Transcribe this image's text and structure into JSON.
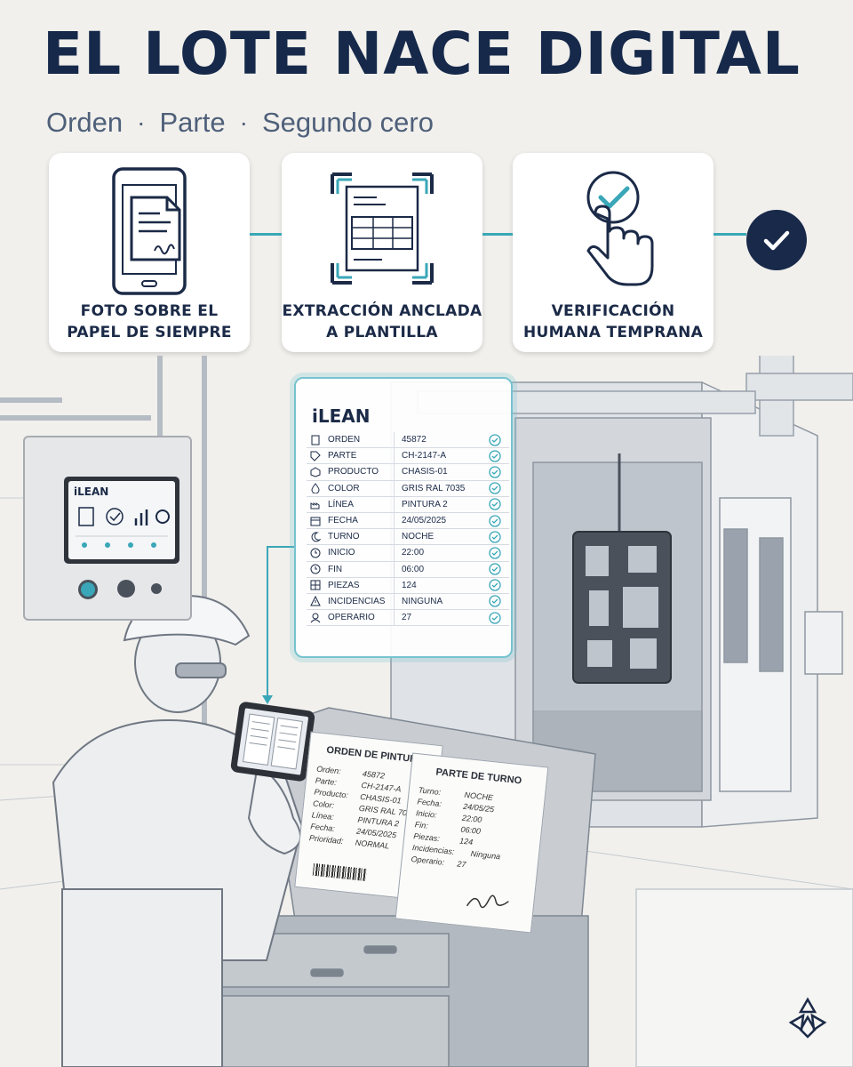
{
  "header": {
    "title": "EL LOTE NACE DIGITAL",
    "subtitle_parts": [
      "Orden",
      "Parte",
      "Segundo cero"
    ],
    "separator": "·"
  },
  "steps": [
    {
      "label_line1": "FOTO SOBRE EL",
      "label_line2": "PAPEL DE SIEMPRE",
      "icon": "phone-document-icon"
    },
    {
      "label_line1": "EXTRACCIÓN ANCLADA",
      "label_line2": "A PLANTILLA",
      "icon": "scan-template-icon"
    },
    {
      "label_line1": "VERIFICACIÓN",
      "label_line2": "HUMANA TEMPRANA",
      "icon": "hand-check-icon"
    }
  ],
  "data_panel": {
    "brand": "iLEAN",
    "rows": [
      {
        "label": "ORDEN",
        "value": "45872",
        "icon": "document-icon"
      },
      {
        "label": "PARTE",
        "value": "CH-2147-A",
        "icon": "tag-icon"
      },
      {
        "label": "PRODUCTO",
        "value": "CHASIS-01",
        "icon": "box-icon"
      },
      {
        "label": "COLOR",
        "value": "GRIS RAL 7035",
        "icon": "drop-icon"
      },
      {
        "label": "LÍNEA",
        "value": "PINTURA 2",
        "icon": "factory-icon"
      },
      {
        "label": "FECHA",
        "value": "24/05/2025",
        "icon": "calendar-icon"
      },
      {
        "label": "TURNO",
        "value": "NOCHE",
        "icon": "moon-icon"
      },
      {
        "label": "INICIO",
        "value": "22:00",
        "icon": "clock-icon"
      },
      {
        "label": "FIN",
        "value": "06:00",
        "icon": "clock-icon"
      },
      {
        "label": "PIEZAS",
        "value": "124",
        "icon": "grid-icon"
      },
      {
        "label": "INCIDENCIAS",
        "value": "NINGUNA",
        "icon": "warning-icon"
      },
      {
        "label": "OPERARIO",
        "value": "27",
        "icon": "person-icon"
      }
    ]
  },
  "paint_order": {
    "title": "ORDEN DE PINTURA",
    "rows": [
      {
        "k": "Orden:",
        "v": "45872"
      },
      {
        "k": "Parte:",
        "v": "CH-2147-A"
      },
      {
        "k": "Producto:",
        "v": "CHASIS-01"
      },
      {
        "k": "Color:",
        "v": "GRIS RAL 7035"
      },
      {
        "k": "Línea:",
        "v": "PINTURA 2"
      },
      {
        "k": "Fecha:",
        "v": "24/05/2025"
      },
      {
        "k": "Prioridad:",
        "v": "NORMAL"
      }
    ]
  },
  "shift_report": {
    "title": "PARTE DE TURNO",
    "rows": [
      {
        "k": "Turno:",
        "v": "NOCHE"
      },
      {
        "k": "Fecha:",
        "v": "24/05/25"
      },
      {
        "k": "Inicio:",
        "v": "22:00"
      },
      {
        "k": "Fin:",
        "v": "06:00"
      },
      {
        "k": "Piezas:",
        "v": "124"
      },
      {
        "k": "Incidencias:",
        "v": "Ninguna"
      },
      {
        "k": "Operario:",
        "v": "27"
      }
    ]
  },
  "hmi": {
    "brand": "iLEAN"
  },
  "colors": {
    "navy": "#16294a",
    "teal": "#3aa7b8",
    "check": "#3aa7b8",
    "background": "#f1f0ec"
  }
}
